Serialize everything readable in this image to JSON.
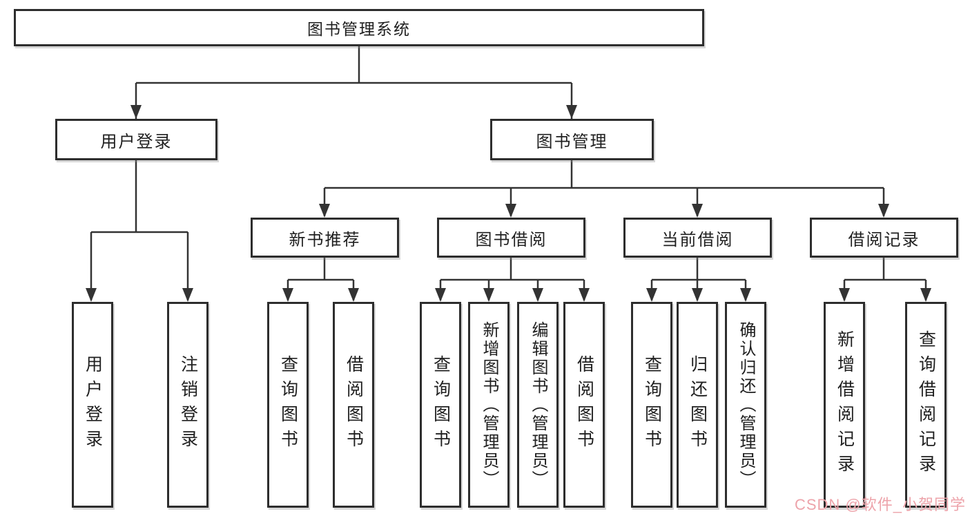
{
  "nodes": {
    "root": "图书管理系统",
    "level2": [
      "用户登录",
      "图书管理"
    ],
    "level3": [
      "新书推荐",
      "图书借阅",
      "当前借阅",
      "借阅记录"
    ],
    "leaves_login": [
      "用户登录",
      "注销登录"
    ],
    "leaves_recommend": [
      "查询图书",
      "借阅图书"
    ],
    "leaves_borrow": [
      "查询图书",
      "新增图书（管理员）",
      "编辑图书（管理员）",
      "借阅图书"
    ],
    "leaves_current": [
      "查询图书",
      "归还图书",
      "确认归还（管理员）"
    ],
    "leaves_records": [
      "新增借阅记录",
      "查询借阅记录"
    ]
  },
  "watermark": {
    "text": "CSDN @软件_小贺同学"
  },
  "colors": {
    "line": "#333333",
    "box_border": "#2d2d2d",
    "box_fill": "#ffffff",
    "text": "#1f1f1f",
    "watermark": "#eda3aa"
  }
}
